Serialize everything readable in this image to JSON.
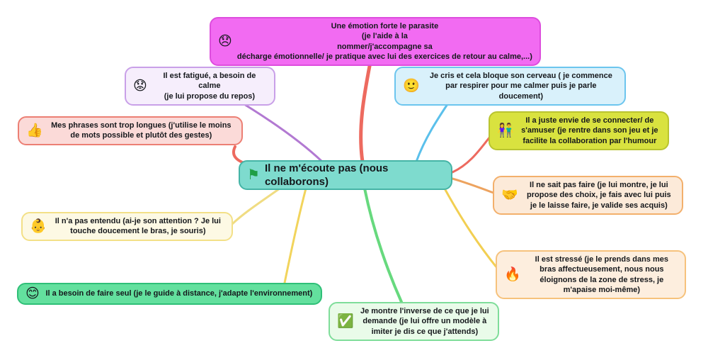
{
  "title": "Mind map: Il ne m'écoute pas",
  "palette": {
    "center_bg": "#7edbce",
    "center_border": "#45b4a6",
    "center_flag": "#1f9e45",
    "magenta_bg": "#f26bf2",
    "lavender_bg": "#f6eefc",
    "pink_bg": "#fbdad8",
    "blue_bg": "#d9f1fb",
    "lime_bg": "#d9e23f",
    "orange_bg": "#fcead9",
    "peach_bg": "#fdeede",
    "cream_bg": "#fdf9e4",
    "green_bg": "#63e09e",
    "lightgreen_bg": "#e9fbe9"
  },
  "center": {
    "icon": "⚑",
    "text": "Il ne m'écoute pas (nous collaborons)"
  },
  "nodes": [
    {
      "id": "emotion-forte",
      "icon": "😞",
      "text": "Une émotion forte le parasite\n(je l'aide à la\nnommer/j'accompagne sa\ndécharge émotionnelle/ je pratique avec lui des exercices de retour au calme,...)"
    },
    {
      "id": "fatigue",
      "icon": "😟",
      "text": "Il est fatigué, a besoin de calme\n(je lui propose du repos)"
    },
    {
      "id": "phrases-longues",
      "icon": "👍",
      "text": "Mes phrases sont trop longues (j'utilise le moins de mots possible et plutôt des gestes)"
    },
    {
      "id": "je-cris",
      "icon": "🙂",
      "text": "Je cris et cela bloque son cerveau ( je commence par respirer pour me calmer puis je parle doucement)"
    },
    {
      "id": "se-connecter",
      "icon": "👫",
      "text": "Il a juste envie de se connecter/ de s'amuser (je rentre dans son jeu et je facilite la collaboration par l'humour"
    },
    {
      "id": "ne-sait-pas-faire",
      "icon": "🤝",
      "text": "Il ne sait pas faire (je lui montre, je lui propose des choix, je fais avec lui puis je le laisse faire, je valide ses acquis)"
    },
    {
      "id": "stresse",
      "icon": "🔥",
      "text": "Il est stressé (je le prends dans mes bras affectueusement, nous nous éloignons de la zone de stress, je m'apaise moi-même)"
    },
    {
      "id": "pas-entendu",
      "icon": "👶",
      "text": "Il n'a pas entendu (ai-je son attention ? Je lui touche doucement le bras, je souris)"
    },
    {
      "id": "faire-seul",
      "icon": "😊",
      "text": "Il a besoin de faire seul (je le guide à distance, j'adapte l'environnement)"
    },
    {
      "id": "montre-inverse",
      "icon": "✅",
      "text": "Je montre l'inverse de ce que je lui demande (je lui offre un modèle à imiter je dis ce que j'attends)"
    }
  ],
  "connectors": [
    {
      "to": "emotion-forte",
      "color": "#ed6a5f"
    },
    {
      "to": "fatigue",
      "color": "#b279d2"
    },
    {
      "to": "phrases-longues",
      "color": "#ed6a5f"
    },
    {
      "to": "je-cris",
      "color": "#5bc0eb"
    },
    {
      "to": "se-connecter",
      "color": "#ed6a5f"
    },
    {
      "to": "ne-sait-pas-faire",
      "color": "#eda35f"
    },
    {
      "to": "stresse",
      "color": "#f2cf52"
    },
    {
      "to": "pas-entendu",
      "color": "#f0dc82"
    },
    {
      "to": "faire-seul",
      "color": "#f2d45c"
    },
    {
      "to": "montre-inverse",
      "color": "#67d97e"
    }
  ]
}
